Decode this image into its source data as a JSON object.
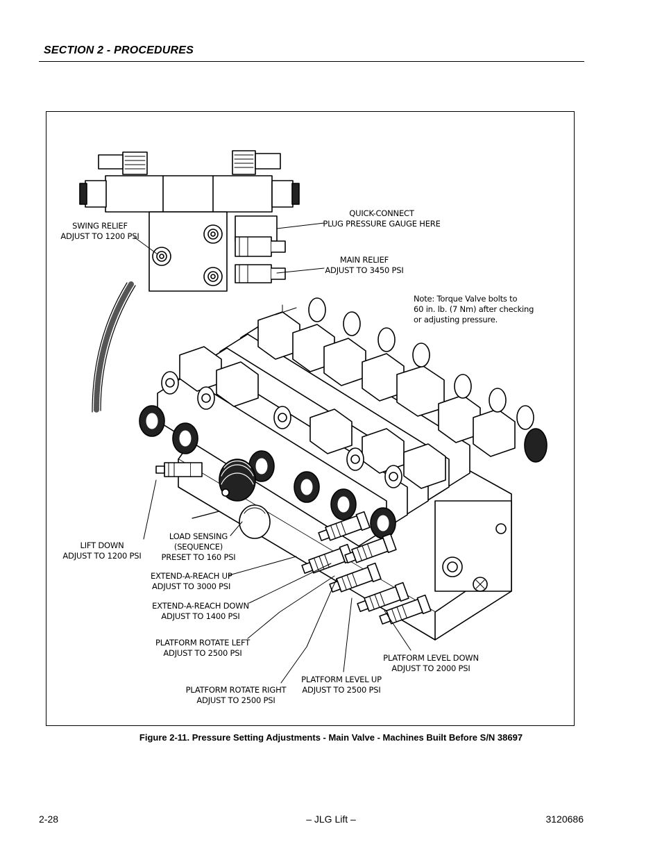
{
  "header": {
    "section": "SECTION 2 - PROCEDURES"
  },
  "figure": {
    "labels": {
      "swing_relief": [
        "SWING RELIEF",
        "ADJUST TO 1200 PSI"
      ],
      "quick_connect": [
        "QUICK-CONNECT",
        "PLUG PRESSURE GAUGE HERE"
      ],
      "main_relief": [
        "MAIN RELIEF",
        "ADJUST TO 3450 PSI"
      ],
      "note": [
        "Note: Torque Valve bolts to",
        "60 in. lb. (7 Nm) after checking",
        "or adjusting pressure."
      ],
      "lift_down": [
        "LIFT DOWN",
        "ADJUST TO 1200 PSI"
      ],
      "load_sensing": [
        "LOAD SENSING",
        "(SEQUENCE)",
        "PRESET TO 160 PSI"
      ],
      "extend_up": [
        "EXTEND-A-REACH UP",
        "ADJUST TO 3000 PSI"
      ],
      "extend_down": [
        "EXTEND-A-REACH DOWN",
        "ADJUST TO 1400 PSI"
      ],
      "rotate_left": [
        "PLATFORM ROTATE LEFT",
        "ADJUST TO 2500 PSI"
      ],
      "rotate_right": [
        "PLATFORM ROTATE RIGHT",
        "ADJUST TO 2500 PSI"
      ],
      "level_up": [
        "PLATFORM LEVEL UP",
        "ADJUST TO 2500 PSI"
      ],
      "level_down": [
        "PLATFORM LEVEL DOWN",
        "ADJUST TO 2000 PSI"
      ]
    },
    "caption": "Figure 2-11.  Pressure Setting Adjustments - Main Valve - Machines Built Before S/N 38697"
  },
  "footer": {
    "page_number": "2-28",
    "center": "– JLG Lift –",
    "doc_number": "3120686"
  }
}
